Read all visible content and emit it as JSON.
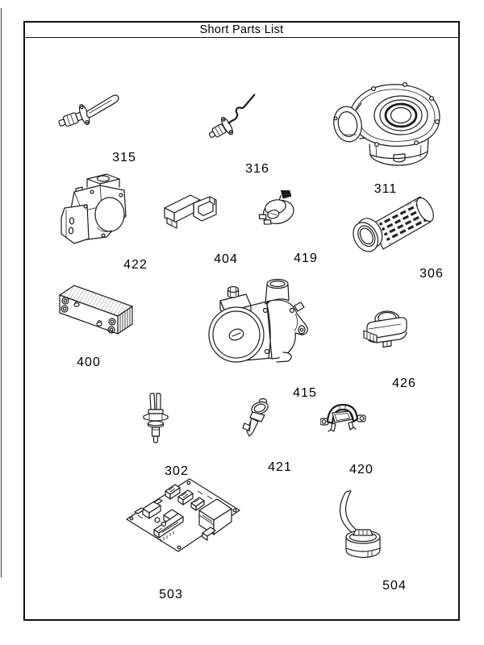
{
  "page": {
    "title": "Short Parts List"
  },
  "parts": [
    {
      "label": "315",
      "drawing": "ignition-electrode"
    },
    {
      "label": "316",
      "drawing": "detection-electrode"
    },
    {
      "label": "311",
      "drawing": "fan-assembly"
    },
    {
      "label": "422",
      "drawing": "gas-valve"
    },
    {
      "label": "404",
      "drawing": "mounting-bracket-clip"
    },
    {
      "label": "419",
      "drawing": "pressure-switch"
    },
    {
      "label": "306",
      "drawing": "filter-cartridge"
    },
    {
      "label": "400",
      "drawing": "plate-heat-exchanger"
    },
    {
      "label": "415",
      "drawing": "circulation-pump"
    },
    {
      "label": "426",
      "drawing": "sensor-switch"
    },
    {
      "label": "302",
      "drawing": "temperature-sensor"
    },
    {
      "label": "421",
      "drawing": "sensor-probe"
    },
    {
      "label": "420",
      "drawing": "clip-on-thermostat"
    },
    {
      "label": "503",
      "drawing": "control-pcb"
    },
    {
      "label": "504",
      "drawing": "sensor-with-cable"
    }
  ]
}
